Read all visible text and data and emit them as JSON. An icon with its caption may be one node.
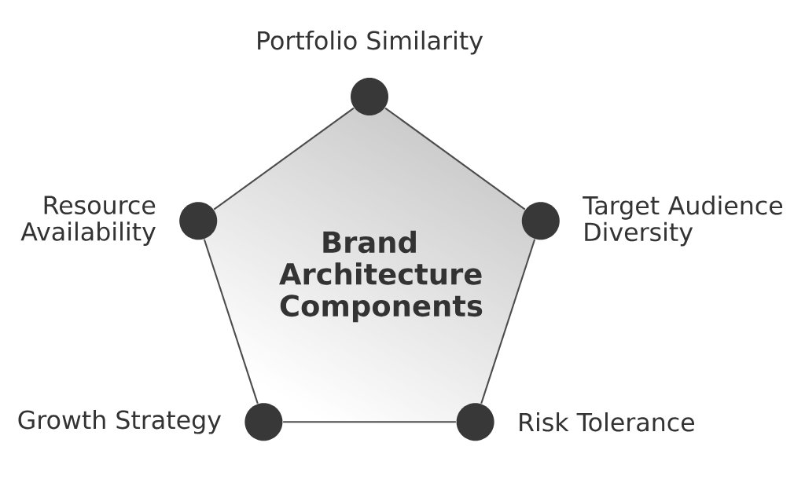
{
  "diagram": {
    "nodes": [
      {
        "text": [
          "Brand Architecture Components"
        ]
      },
      {
        "text": [
          "Portfolio Similarity"
        ]
      },
      {
        "text": [
          "Resource Availability"
        ]
      },
      {
        "text": [
          "Target Audience Diversity"
        ]
      },
      {
        "text": [
          "Growth Strategy"
        ]
      },
      {
        "text": [
          "Risk Tolerance"
        ]
      }
    ],
    "edges": [
      {
        "from": 1,
        "to": 3,
        "arrow": "none"
      },
      {
        "from": 3,
        "to": 5,
        "arrow": "none"
      },
      {
        "from": 5,
        "to": 4,
        "arrow": "none"
      },
      {
        "from": 4,
        "to": 2,
        "arrow": "none"
      },
      {
        "from": 2,
        "to": 1,
        "arrow": "none"
      }
    ]
  }
}
